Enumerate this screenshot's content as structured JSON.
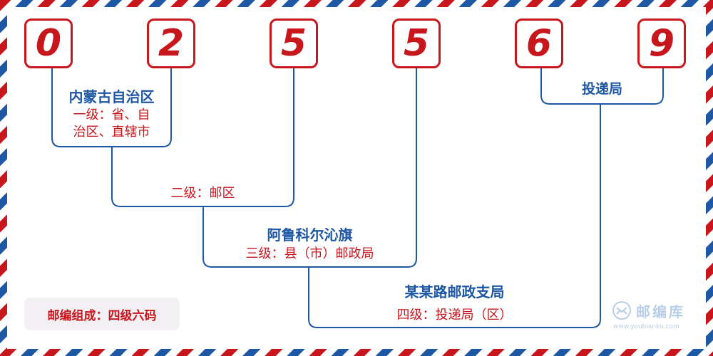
{
  "digits": [
    "0",
    "2",
    "5",
    "5",
    "6",
    "9"
  ],
  "levels": [
    {
      "place": "内蒙古自治区",
      "desc_lines": [
        "一级：省、自",
        "治区、直辖市"
      ]
    },
    {
      "place": "",
      "desc_lines": [
        "二级：邮区"
      ]
    },
    {
      "place": "阿鲁科尔沁旗",
      "desc_lines": [
        "三级：县（市）邮政局"
      ]
    },
    {
      "place": "某某路邮政支局",
      "desc_lines": [
        "四级：投递局（区）"
      ]
    },
    {
      "place": "投递局",
      "desc_lines": []
    }
  ],
  "badge": "邮编组成：四级六码",
  "watermark": {
    "title": "邮编库",
    "url": "www.youbianku.com"
  },
  "colors": {
    "red": "#c8161d",
    "blue": "#1e57a4",
    "badge_bg": "#f2f0f3"
  }
}
